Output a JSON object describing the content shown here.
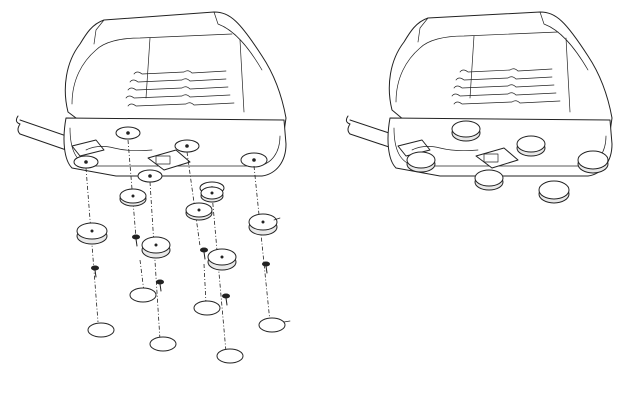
{
  "figure": {
    "panels": [
      {
        "id": "exploded",
        "state": "feet, washers and screws shown separated below the housing"
      },
      {
        "id": "assembled",
        "state": "round rubber feet attached to the housing underside"
      }
    ],
    "line_color": "#222222",
    "background": "#ffffff"
  }
}
